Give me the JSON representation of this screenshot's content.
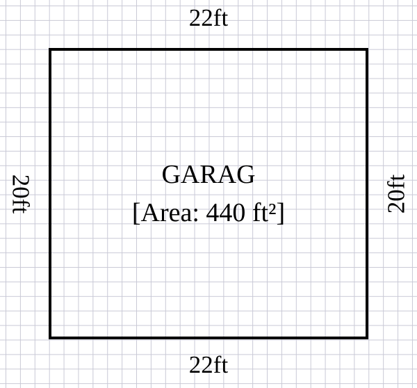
{
  "room": {
    "name": "GARAG",
    "area_label": "[Area: 440 ft²]"
  },
  "dimensions": {
    "top": "22ft",
    "bottom": "22ft",
    "left": "20ft",
    "right": "20ft"
  }
}
